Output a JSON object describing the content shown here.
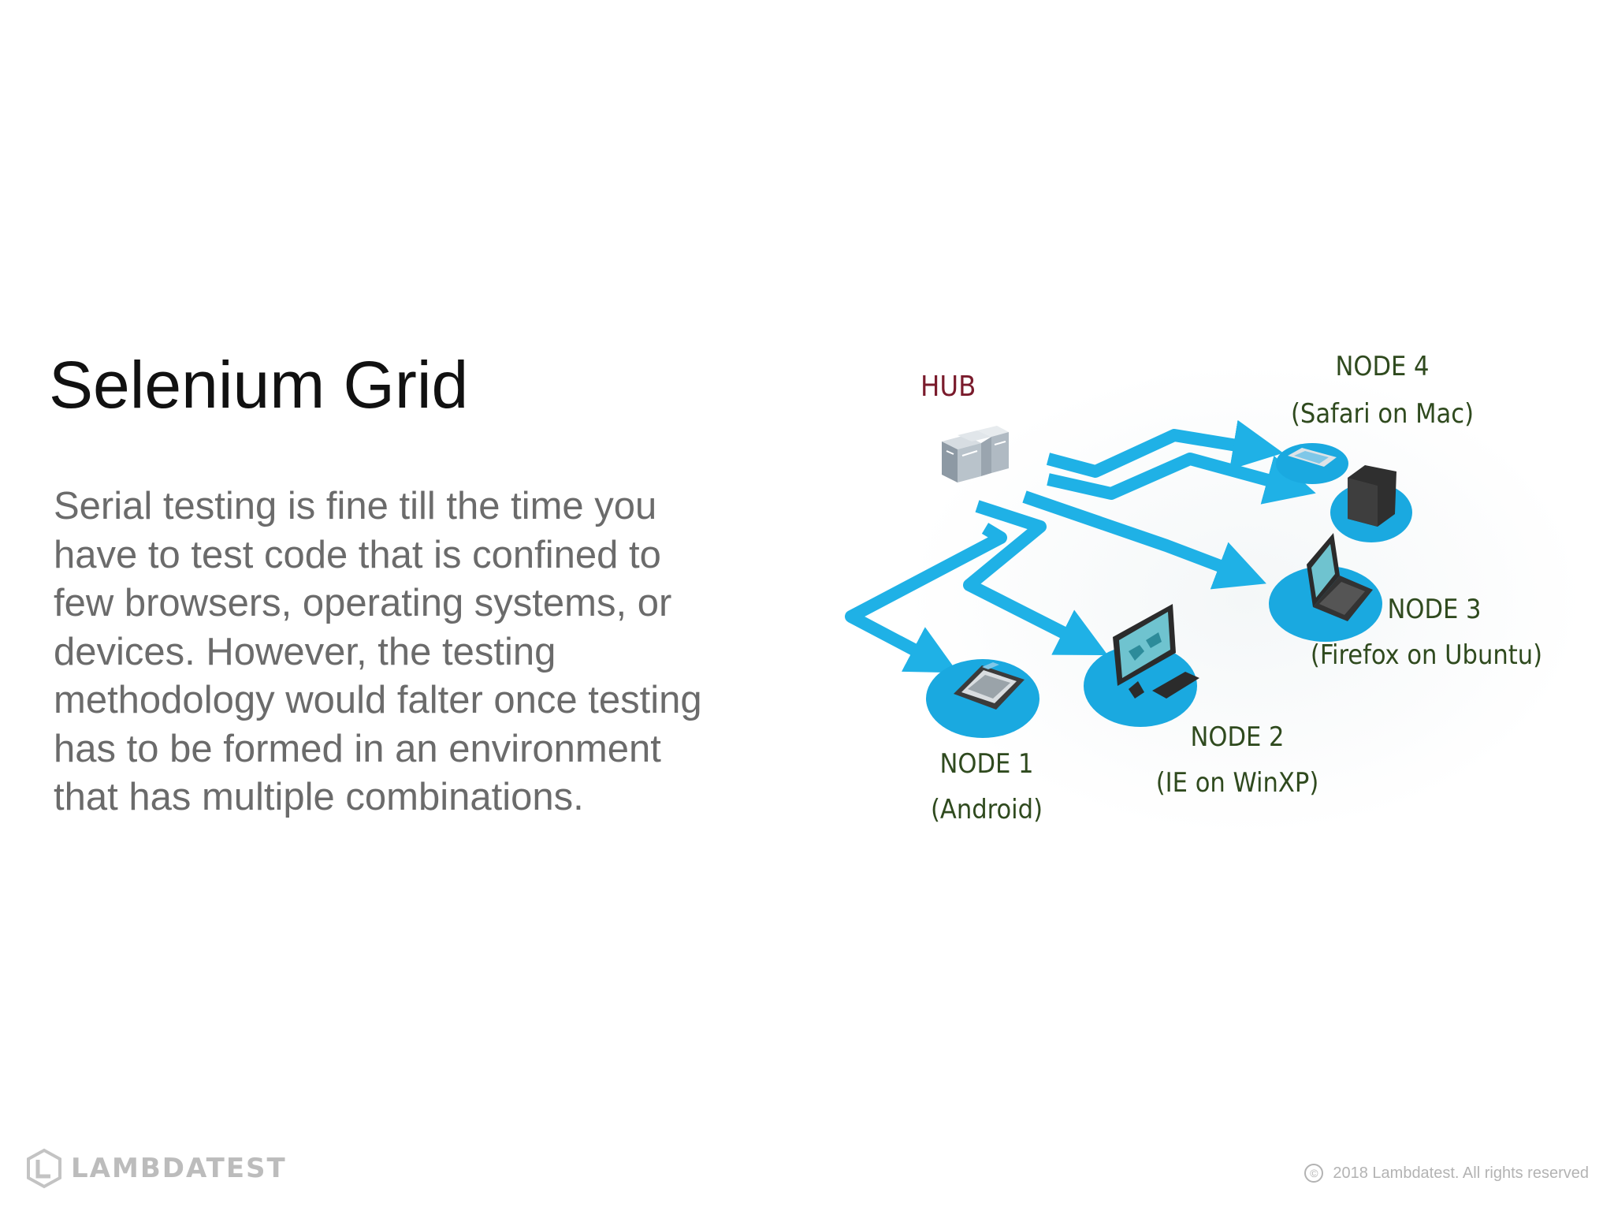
{
  "slide": {
    "title": "Selenium Grid",
    "body": "Serial testing is fine till the time you have to test code that is confined to few browsers, operating systems, or devices. However, the testing methodology would falter once testing has to be formed in an environment that has multiple combinations."
  },
  "diagram": {
    "hub_label": "HUB",
    "nodes": [
      {
        "name": "NODE 1",
        "detail": "(Android)",
        "device_icon": "tablet-icon"
      },
      {
        "name": "NODE 2",
        "detail": "(IE on WinXP)",
        "device_icon": "desktop-monitor-icon"
      },
      {
        "name": "NODE 3",
        "detail": "(Firefox on Ubuntu)",
        "device_icon": "laptop-icon"
      },
      {
        "name": "NODE 4",
        "detail": "(Safari on Mac)",
        "device_icon": "mac-workstation-icon"
      }
    ],
    "colors": {
      "arrow": "#1fb1e6",
      "platform": "#1aa9e0",
      "hub_label": "#7a1b2c",
      "node_label": "#2f4a1e"
    }
  },
  "footer": {
    "logo_text": "LAMBDATEST",
    "copyright": "2018 Lambdatest. All rights reserved",
    "copyright_symbol": "©"
  }
}
